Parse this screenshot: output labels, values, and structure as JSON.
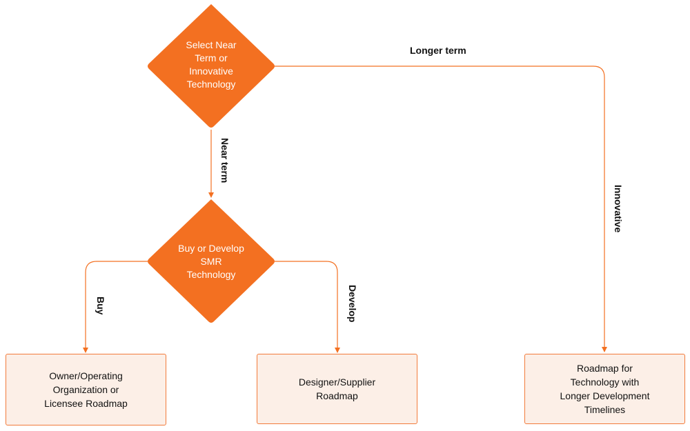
{
  "colors": {
    "accent": "#F37021",
    "box_fill": "#FCEFE7",
    "connector": "#F37021",
    "text": "#111111"
  },
  "nodes": {
    "decision_1": "Select Near\nTerm or\nInnovative\nTechnology",
    "decision_2": "Buy or Develop\nSMR\nTechnology",
    "box_owner": "Owner/Operating\nOrganization or\nLicensee Roadmap",
    "box_designer": "Designer/Supplier\nRoadmap",
    "box_roadmap": "Roadmap for\nTechnology with\nLonger Development\nTimelines"
  },
  "edges": {
    "longer_term": "Longer term",
    "near_term": "Near term",
    "innovative": "Innovative",
    "buy": "Buy",
    "develop": "Develop"
  }
}
